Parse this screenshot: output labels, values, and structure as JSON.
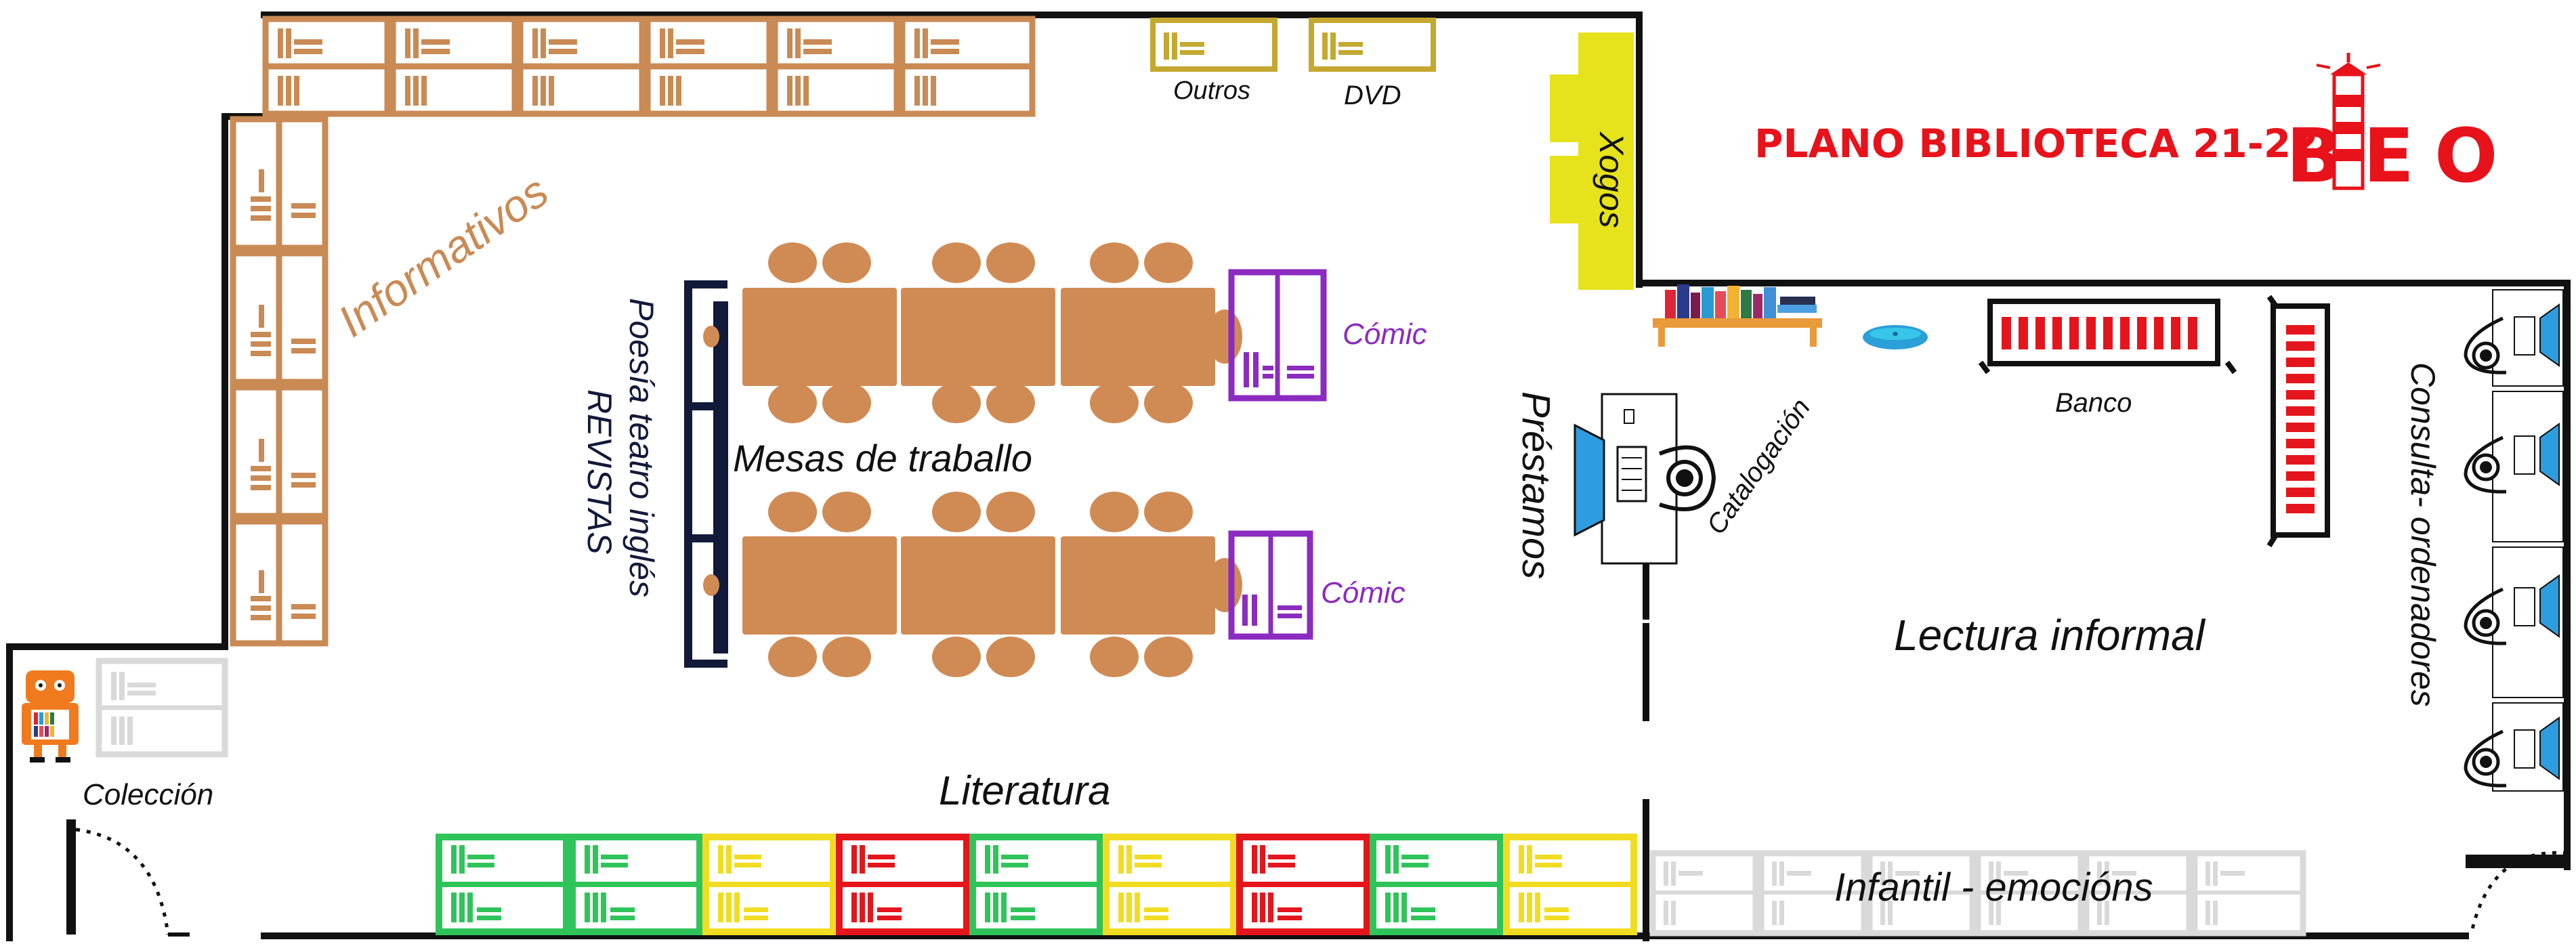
{
  "title": "PLANO BIBLIOTECA 21-22",
  "logo_text": "BEO",
  "labels": {
    "informativos": "Informativos",
    "outros": "Outros",
    "dvd": "DVD",
    "xogos": "Xogos",
    "comic_top": "Cómic",
    "comic_bottom": "Cómic",
    "mesas": "Mesas de traballo",
    "poesia_line1": "Poesía teatro inglés",
    "poesia_line2": "REVISTAS",
    "prestamos": "Préstamos",
    "catalogacion": "Catalogación",
    "banco": "Banco",
    "consulta": "Consulta- ordenadores",
    "lectura": "Lectura informal",
    "coleccion": "Colección",
    "literatura": "Literatura",
    "infantil": "Infantil - emocións"
  },
  "literatura_shelf_colors": [
    "green",
    "green",
    "yellow",
    "red",
    "green",
    "yellow",
    "red",
    "green",
    "yellow"
  ],
  "colors": {
    "wall": "#111111",
    "title_red": "#e8121a",
    "brown": "#c98a54",
    "table": "#d08b54",
    "olive": "#c4a830",
    "yellow_xogos": "#e6e21c",
    "purple": "#8b2bbf",
    "navy": "#121a3a",
    "green": "#2fc45a",
    "yellow": "#f2dc22",
    "red": "#e4151c",
    "grey": "#d9d9d9",
    "blue": "#2e9de0",
    "orange_robot": "#f07a1e"
  }
}
